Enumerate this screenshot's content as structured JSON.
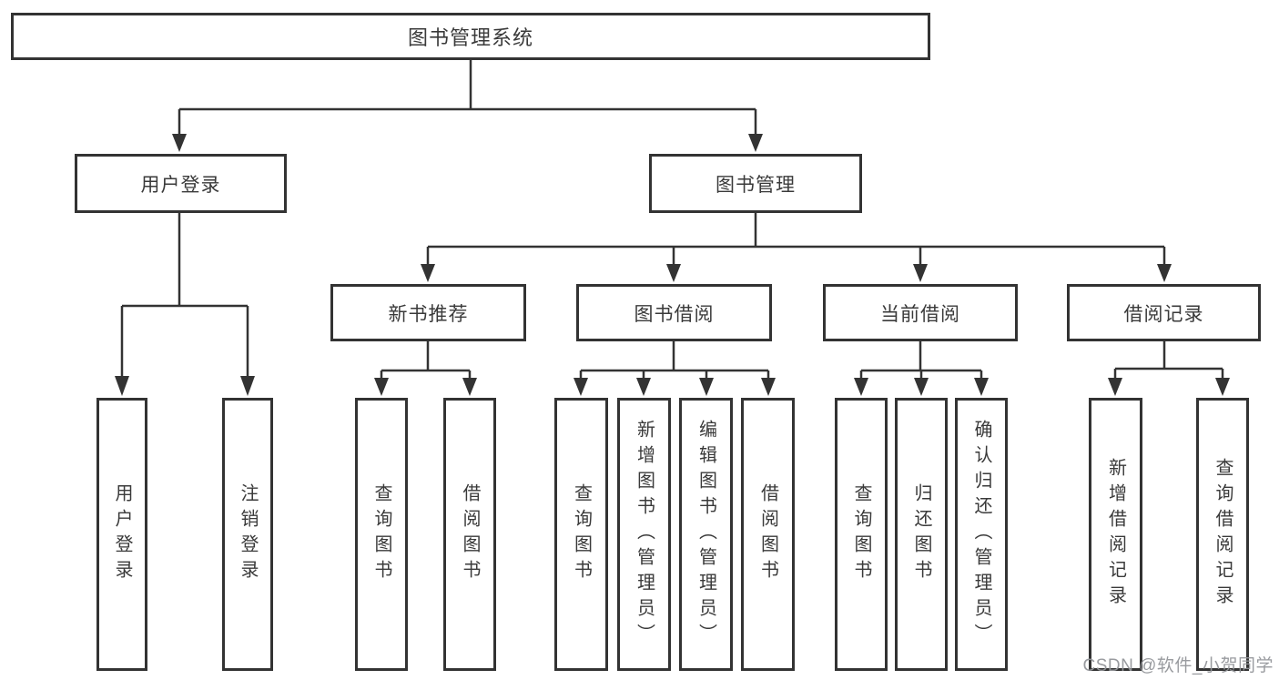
{
  "diagram": {
    "root": {
      "label": "图书管理系统"
    },
    "branches": [
      {
        "label": "用户登录",
        "children": [
          {
            "label": "用户登录"
          },
          {
            "label": "注销登录"
          }
        ]
      },
      {
        "label": "图书管理",
        "children": [
          {
            "label": "新书推荐",
            "children": [
              {
                "label": "查询图书"
              },
              {
                "label": "借阅图书"
              }
            ]
          },
          {
            "label": "图书借阅",
            "children": [
              {
                "label": "查询图书"
              },
              {
                "label": "新增图书（管理员）"
              },
              {
                "label": "编辑图书（管理员）"
              },
              {
                "label": "借阅图书"
              }
            ]
          },
          {
            "label": "当前借阅",
            "children": [
              {
                "label": "查询图书"
              },
              {
                "label": "归还图书"
              },
              {
                "label": "确认归还（管理员）"
              }
            ]
          },
          {
            "label": "借阅记录",
            "children": [
              {
                "label": "新增借阅记录"
              },
              {
                "label": "查询借阅记录"
              }
            ]
          }
        ]
      }
    ]
  },
  "watermark": "CSDN @软件_小贺同学",
  "colors": {
    "line": "#333333",
    "box_border": "#333333",
    "text": "#3a3a3a",
    "watermark": "#94969a",
    "background": "#ffffff"
  }
}
